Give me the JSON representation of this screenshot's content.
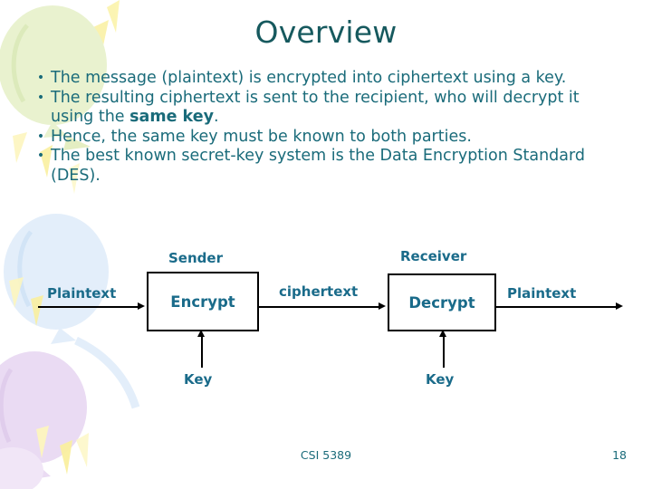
{
  "slide": {
    "title": "Overview",
    "bullets": [
      {
        "text_before": "The message (plaintext) is encrypted into ciphertext using a key.",
        "bold": "",
        "text_after": ""
      },
      {
        "text_before": "The resulting ciphertext is sent to the recipient, who will decrypt it using the ",
        "bold": "same key",
        "text_after": "."
      },
      {
        "text_before": "Hence, the same key must be known to both parties.",
        "bold": "",
        "text_after": ""
      },
      {
        "text_before": "The best known secret-key system is the Data Encryption Standard (DES).",
        "bold": "",
        "text_after": ""
      }
    ],
    "bullet_marker": "•"
  },
  "diagram": {
    "sender_label": "Sender",
    "receiver_label": "Receiver",
    "encrypt_box": "Encrypt",
    "decrypt_box": "Decrypt",
    "input_plaintext": "Plaintext",
    "ciphertext": "ciphertext",
    "output_plaintext": "Plaintext",
    "sender_key": "Key",
    "receiver_key": "Key"
  },
  "footer": {
    "course": "CSI 5389",
    "page_number": "18"
  },
  "colors": {
    "title": "#16595e",
    "body_text": "#1a6b7a",
    "diagram_text": "#1a6b8a",
    "line": "#000000",
    "background": "#ffffff",
    "decor_green": "#e4f0c8",
    "decor_blue": "#dceaf7",
    "decor_purple": "#e8d6f0",
    "decor_yellow": "#faf0a0"
  }
}
